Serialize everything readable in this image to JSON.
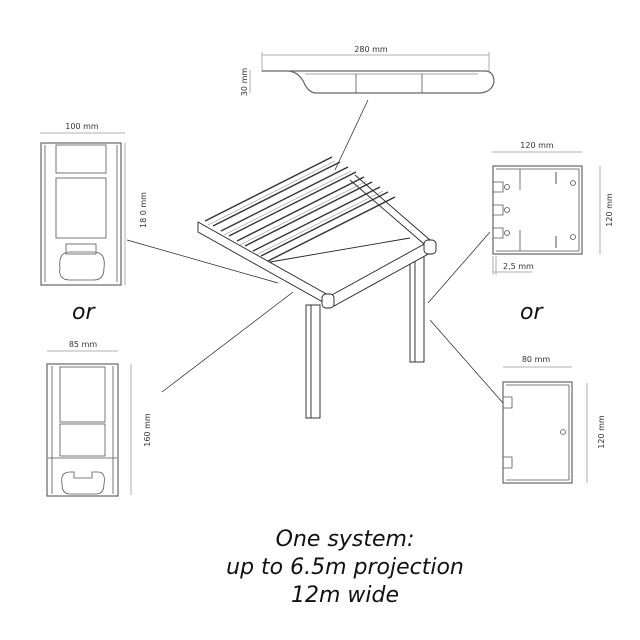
{
  "profiles": {
    "rafter": {
      "width_label": "280 mm",
      "height_label": "30 mm"
    },
    "beam_large": {
      "width_label": "100 mm",
      "height_label": "18 0 mm"
    },
    "beam_small": {
      "width_label": "85 mm",
      "height_label": "160 mm"
    },
    "post_large": {
      "width_label": "120 mm",
      "height_label": "120 mm",
      "wall_label": "2,5 mm"
    },
    "post_small": {
      "width_label": "80 mm",
      "height_label": "120 mm"
    }
  },
  "separators": {
    "left": "or",
    "right": "or"
  },
  "caption": {
    "line1": "One system:",
    "line2": "up to 6.5m projection",
    "line3": "12m wide"
  }
}
